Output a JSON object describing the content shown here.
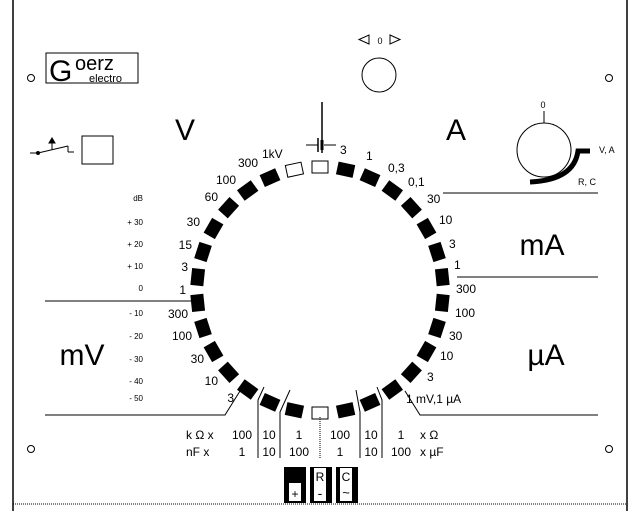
{
  "brand": {
    "logo_letter": "G",
    "logo_text": "oerz",
    "logo_sub": "electro"
  },
  "zero_adjust": {
    "label": "0"
  },
  "range_knob": {
    "zero_label": "0",
    "va_label": "V, A",
    "rc_label": "R, C"
  },
  "units": {
    "V": "V",
    "A": "A",
    "mA": "mA",
    "mV": "mV",
    "uA": "µA"
  },
  "db_scale": {
    "title": "dB",
    "values": [
      "+ 30",
      "+ 20",
      "+ 10",
      "0",
      "- 10",
      "- 20",
      "- 30",
      "- 40",
      "- 50"
    ]
  },
  "volt_ranges": [
    "1kV",
    "300",
    "100",
    "60",
    "30",
    "15",
    "3",
    "1"
  ],
  "millivolt_ranges": [
    "300",
    "100",
    "30",
    "10",
    "3"
  ],
  "amp_ranges": [
    "3",
    "1",
    "0,3",
    "0,1"
  ],
  "milliamp_ranges": [
    "30",
    "10",
    "3",
    "1"
  ],
  "microamp_ranges": [
    "300",
    "100",
    "30",
    "10",
    "3"
  ],
  "lowest_range": "1 mV,1 µA",
  "ohm_scale": {
    "row1_prefix": "k Ω x",
    "row2_prefix": "nF  x",
    "row1": [
      "100",
      "10",
      "1",
      "100",
      "10",
      "1"
    ],
    "row2": [
      "1",
      "10",
      "100",
      "1",
      "10",
      "100"
    ],
    "row1_suffix": "x Ω",
    "row2_suffix": "x µF"
  },
  "sockets": [
    {
      "top": "",
      "bottom": "+"
    },
    {
      "top": "R",
      "bottom": "-"
    },
    {
      "top": "C",
      "bottom": "~"
    }
  ]
}
